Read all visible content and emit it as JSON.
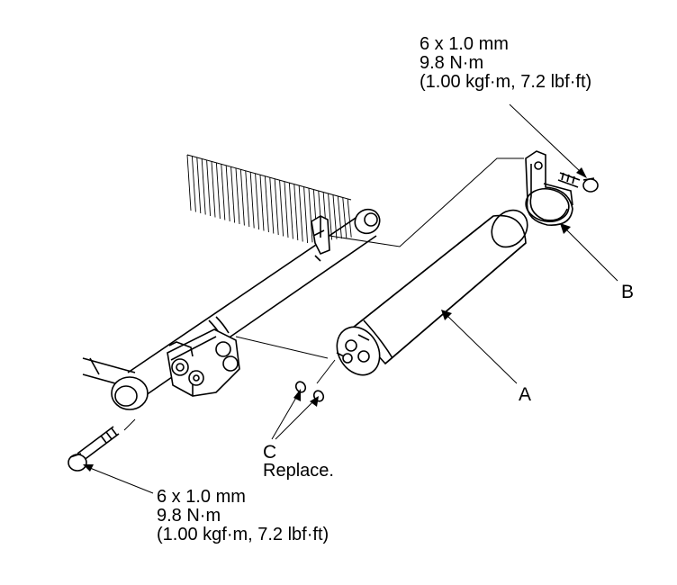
{
  "callouts": {
    "top_bolt": {
      "size": "6 x 1.0 mm",
      "torque_nm": "9.8 N·m",
      "torque_alt": "(1.00 kgf·m, 7.2 lbf·ft)"
    },
    "bottom_bolt": {
      "size": "6 x 1.0 mm",
      "torque_nm": "9.8 N·m",
      "torque_alt": "(1.00 kgf·m, 7.2 lbf·ft)"
    },
    "a": {
      "letter": "A"
    },
    "b": {
      "letter": "B"
    },
    "c": {
      "letter": "C",
      "note": "Replace."
    }
  }
}
